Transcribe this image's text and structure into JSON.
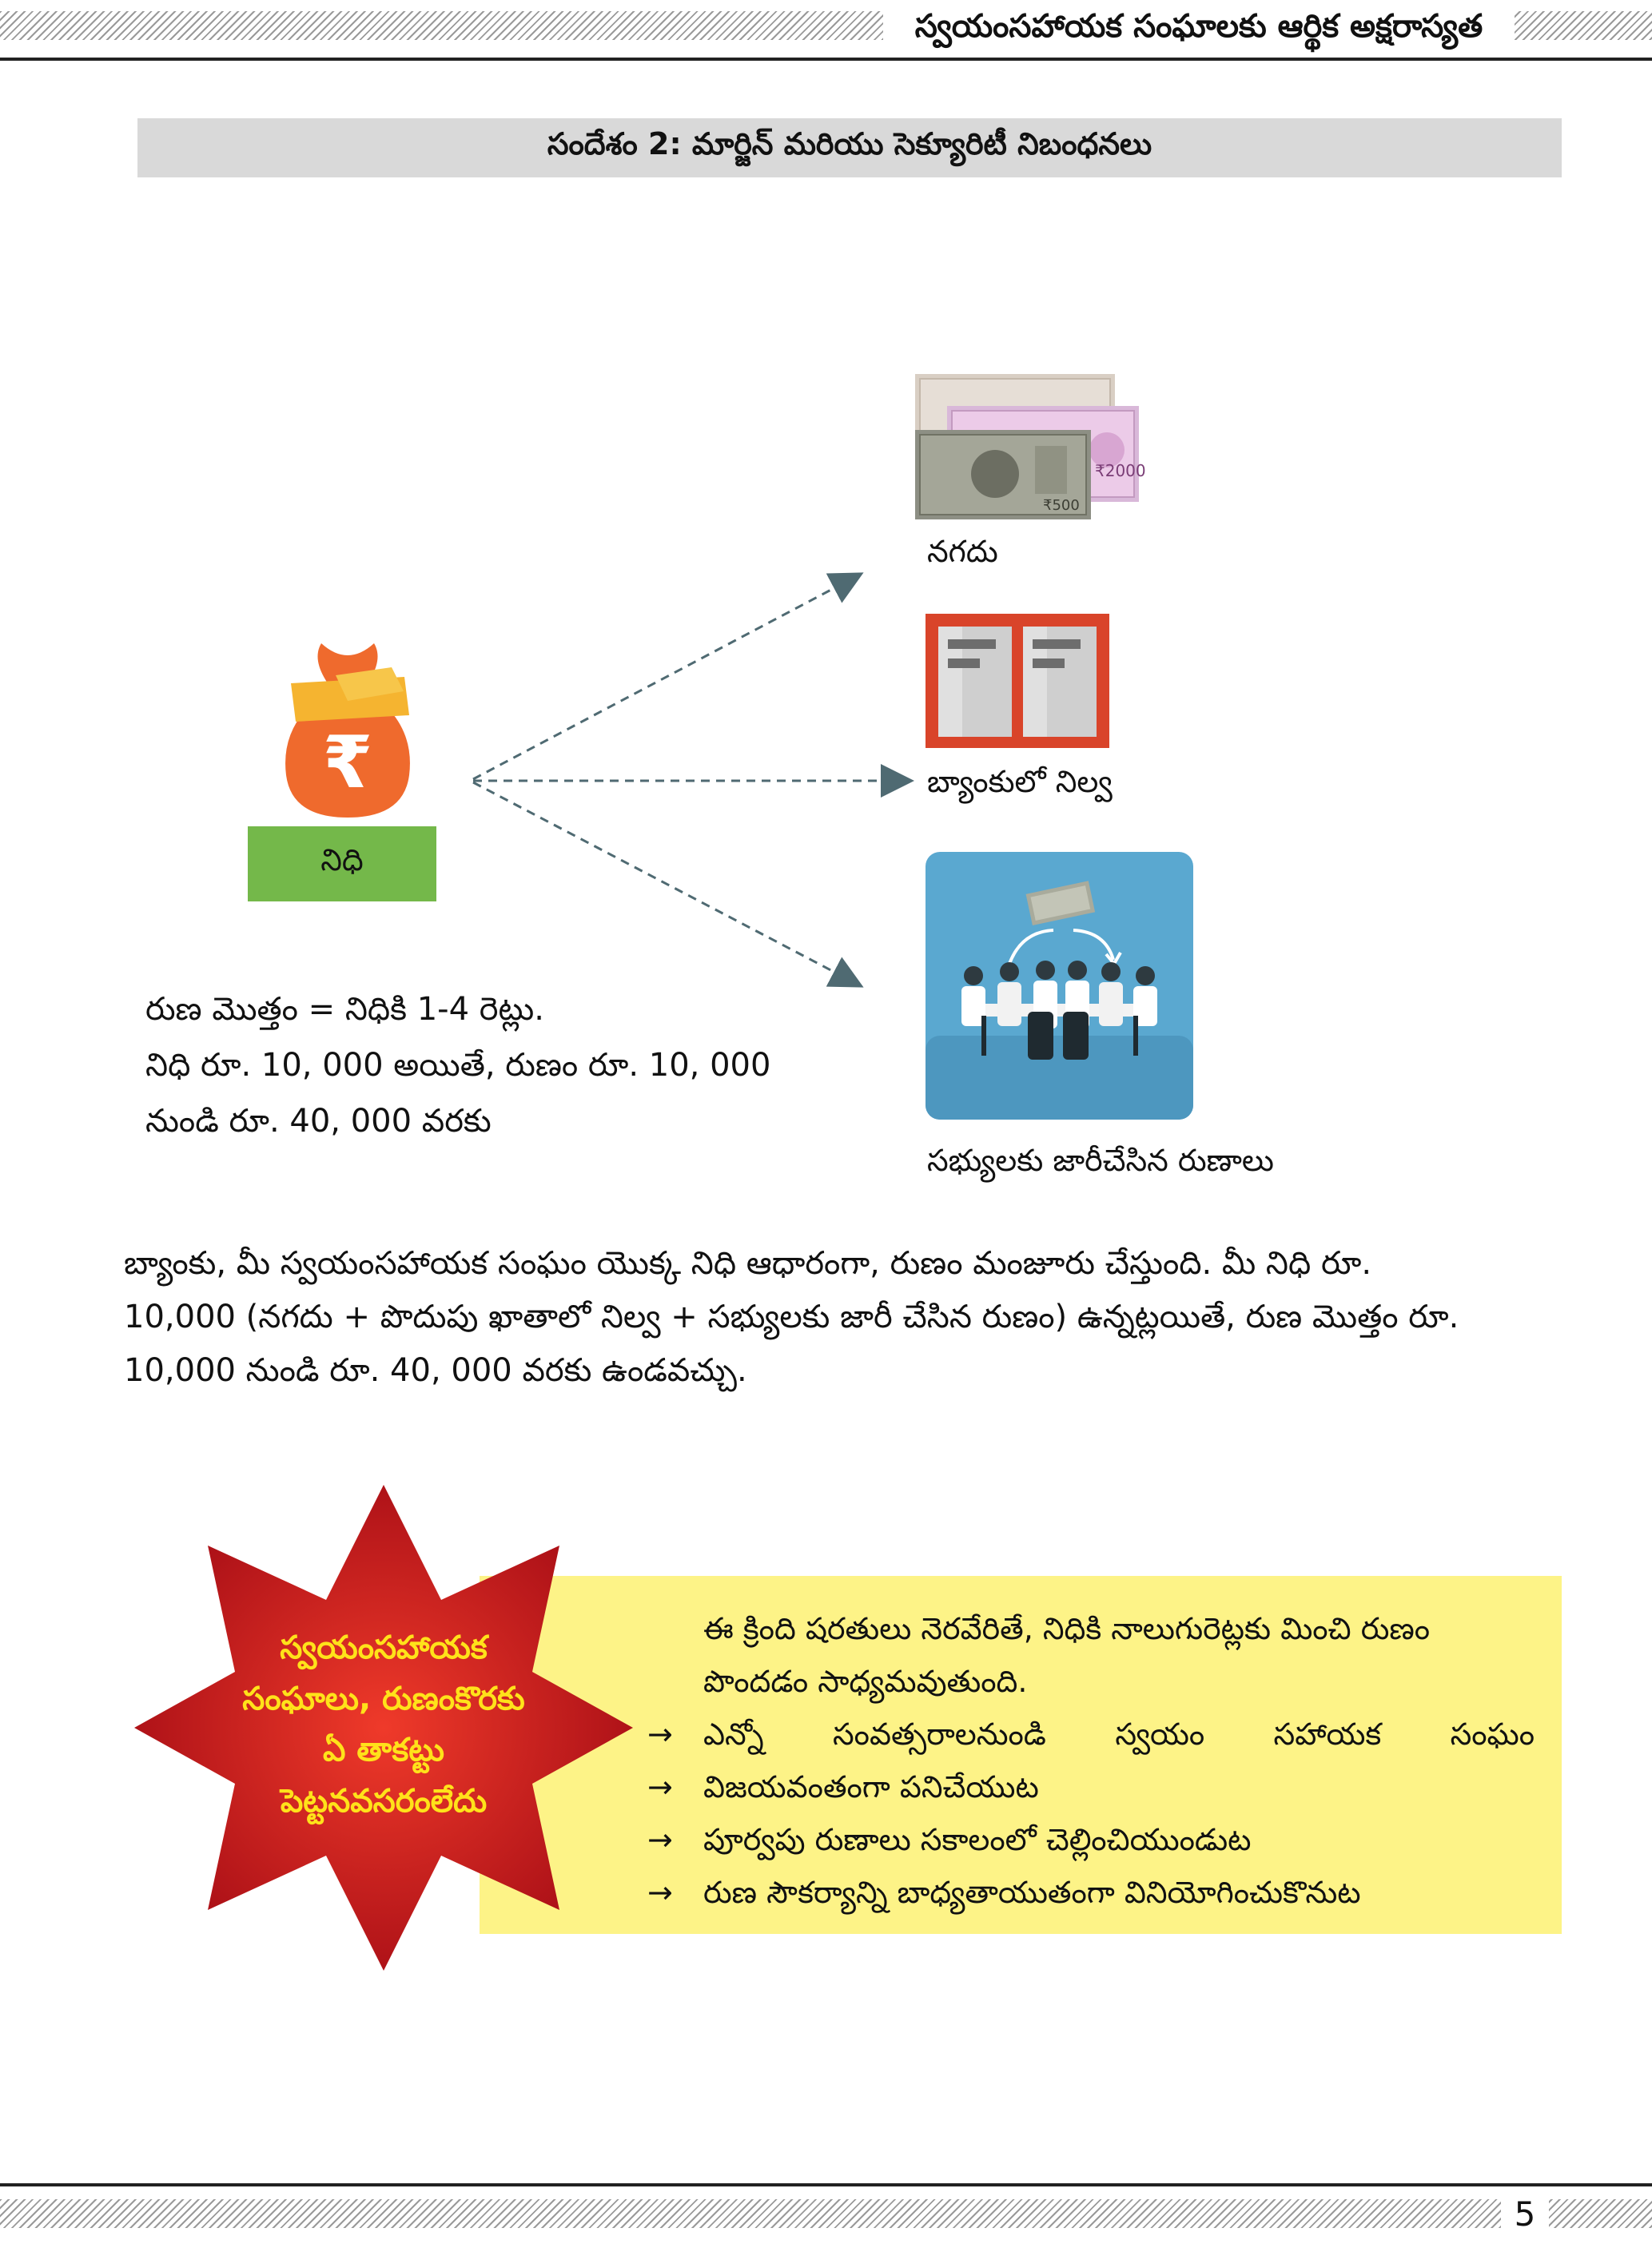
{
  "header": {
    "title": "స్వయంసహాయక సంఘాలకు ఆర్థిక అక్షరాస్యత"
  },
  "section": {
    "title": "సందేశం 2: మార్జిన్ మరియు సెక్యూరిటీ నిబంధనలు"
  },
  "diagram": {
    "source_label": "నిధి",
    "targets": {
      "cash": "నగదు",
      "bank_deposit": "బ్యాంకులో నిల్వ",
      "member_loans": "సభ్యులకు జారీచేసిన రుణాలు"
    },
    "icons": {
      "fund": "money-bag-rupee-icon",
      "cash": "currency-notes-icon",
      "bank": "bank-vault-icon",
      "loans": "group-meeting-icon"
    },
    "colors": {
      "bag": "#ef6a2d",
      "bag_band": "#f5b430",
      "fund_label": "#74b84a",
      "vault": "#d9442a",
      "meeting_bg": "#5aa8d0",
      "arrow": "#4f6a72"
    }
  },
  "formula": {
    "lines": [
      "రుణ మొత్తం = నిధికి 1-4 రెట్లు.",
      "నిధి రూ. 10, 000 అయితే, రుణం రూ. 10, 000",
      "నుండి రూ. 40, 000 వరకు"
    ]
  },
  "body": {
    "lines": [
      "బ్యాంకు, మీ స్వయంసహాయక సంఘం యొక్క  నిధి ఆధారంగా, రుణం మంజూరు చేస్తుంది. మీ నిధి రూ.",
      "10,000 (నగదు + పొదుపు ఖాతాలో నిల్వ + సభ్యులకు జారీ చేసిన రుణం) ఉన్నట్లయితే, రుణ మొత్తం రూ.",
      "10,000 నుండి రూ. 40, 000 వరకు ఉండవచ్చు."
    ]
  },
  "callout": {
    "star_lines": [
      "స్వయంసహాయక",
      "సంఘాలు, రుణంకొరకు",
      "ఏ తాకట్టు",
      "పెట్టనవసరంలేదు"
    ],
    "intro": [
      "ఈ క్రింది షరతులు నెరవేరితే, నిధికి నాలుగురెట్లకు మించి రుణం",
      "పొందడం సాధ్యమవుతుంది."
    ],
    "items": [
      "ఎన్నో సంవత్సరాలనుండి స్వయం సహాయక సంఘం",
      "విజయవంతంగా పనిచేయుట",
      "పూర్వపు రుణాలు సకాలంలో చెల్లించియుండుట",
      "రుణ సౌకర్యాన్ని బాధ్యతాయుతంగా వినియోగించుకొనుట"
    ],
    "arrow_glyph": "→",
    "colors": {
      "box": "#fdf387",
      "star": "#c0121a",
      "star_text": "#ffe21a"
    }
  },
  "footer": {
    "page_number": "5"
  }
}
